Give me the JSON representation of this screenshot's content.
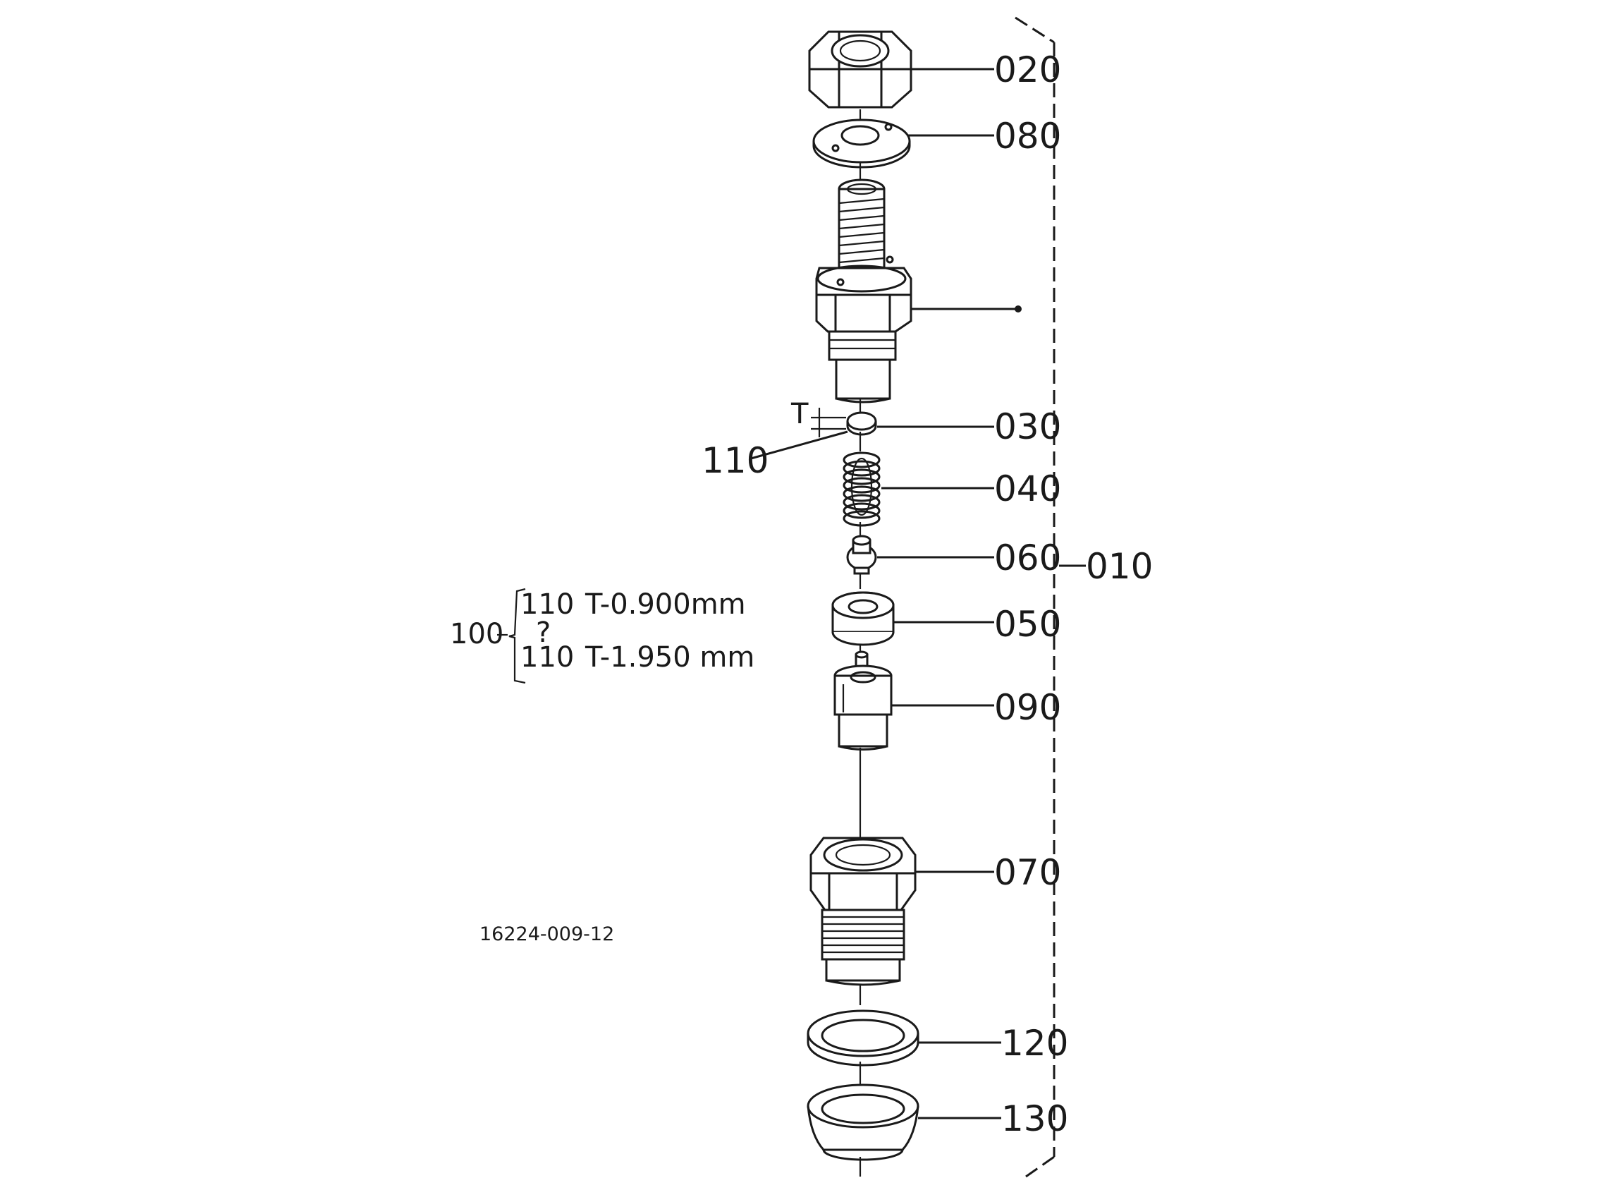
{
  "diagram": {
    "drawing_number": "16224-009-12",
    "callouts": {
      "p020": "020",
      "p080": "080",
      "p030": "030",
      "p040": "040",
      "p060": "060",
      "p010": "010",
      "p050": "050",
      "p090": "090",
      "p070": "070",
      "p120": "120",
      "p130": "130",
      "p110": "110"
    },
    "dimension_symbol": "T",
    "shim_table": {
      "group": "100",
      "separator": "?",
      "rows": [
        {
          "part": "110",
          "spec": "T-0.900mm"
        },
        {
          "part": "110",
          "spec": "T-1.950 mm"
        }
      ]
    }
  }
}
